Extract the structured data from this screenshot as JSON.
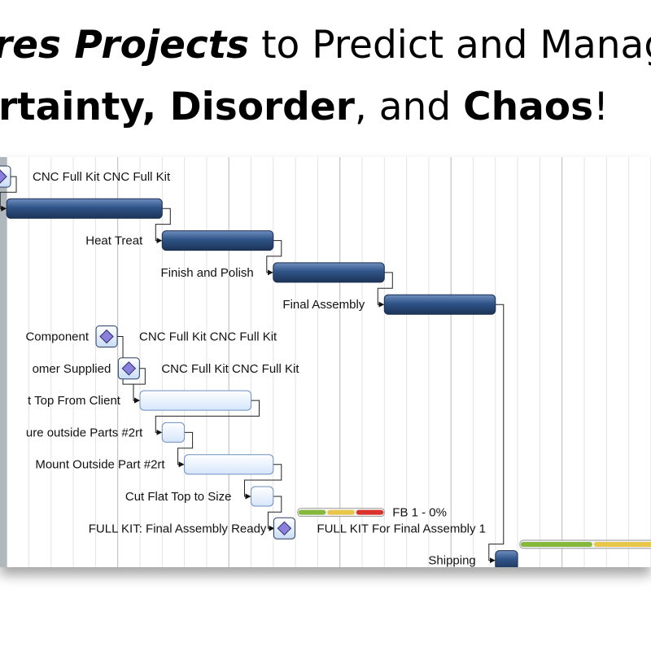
{
  "title": {
    "line1": [
      {
        "text": "res Projects",
        "bold": true,
        "italic": true
      },
      {
        "text": " to Predict and Manag",
        "bold": false,
        "italic": false
      }
    ],
    "line2": [
      {
        "text": "rtainty, Disorder",
        "bold": true,
        "italic": false
      },
      {
        "text": ", and ",
        "bold": false,
        "italic": false
      },
      {
        "text": "Chaos",
        "bold": true,
        "italic": false
      },
      {
        "text": "!",
        "bold": false,
        "italic": false
      }
    ]
  },
  "colors": {
    "task_dark": "#2f5487",
    "task_light": "#d6e6fb",
    "milestone": "#8b7fdc",
    "buffer_green": "#86b83b",
    "buffer_yellow": "#e8c64a",
    "buffer_red": "#d9342c",
    "left_band": "#b0b8be"
  },
  "chart_data": {
    "type": "gantt",
    "tasks": [
      {
        "label": "CNC Full Kit CNC Full Kit",
        "kind": "milestone",
        "row": 0,
        "start": 0,
        "end": 0,
        "label_side": "right"
      },
      {
        "label": "",
        "kind": "task_dark",
        "row": 1,
        "start": 0.3,
        "end": 7.3,
        "label_side": "left"
      },
      {
        "label": "Heat Treat",
        "kind": "task_dark",
        "row": 2,
        "start": 7.3,
        "end": 12.3,
        "label_side": "left"
      },
      {
        "label": "Finish and Polish",
        "kind": "task_dark",
        "row": 3,
        "start": 12.3,
        "end": 17.3,
        "label_side": "left"
      },
      {
        "label": "Final Assembly",
        "kind": "task_dark",
        "row": 4,
        "start": 17.3,
        "end": 22.3,
        "label_side": "left"
      },
      {
        "label": "Component",
        "kind": "milestone",
        "row": 5,
        "start": 4.8,
        "end": 4.8,
        "label_side": "left",
        "right_label": "CNC Full Kit CNC Full Kit"
      },
      {
        "label": "omer Supplied",
        "kind": "milestone",
        "row": 6,
        "start": 5.8,
        "end": 5.8,
        "label_side": "left",
        "right_label": "CNC Full Kit CNC Full Kit"
      },
      {
        "label": "t Top From Client",
        "kind": "task_light",
        "row": 7,
        "start": 6.3,
        "end": 11.3,
        "label_side": "left"
      },
      {
        "label": "ure outside Parts #2rt",
        "kind": "task_light",
        "row": 8,
        "start": 7.3,
        "end": 8.3,
        "label_side": "left"
      },
      {
        "label": "Mount Outside Part #2rt",
        "kind": "task_light",
        "row": 9,
        "start": 8.3,
        "end": 12.3,
        "label_side": "left"
      },
      {
        "label": "Cut Flat Top to Size",
        "kind": "task_light",
        "row": 10,
        "start": 11.3,
        "end": 12.3,
        "label_side": "left"
      },
      {
        "label": "FULL KIT: Final Assembly Ready",
        "kind": "milestone",
        "row": 11,
        "start": 12.8,
        "end": 12.8,
        "label_side": "left",
        "right_label": "FULL KIT For Final Assembly 1"
      },
      {
        "label": "Shipping",
        "kind": "task_dark",
        "row": 12,
        "start": 22.3,
        "end": 23.3,
        "label_side": "left"
      }
    ],
    "buffers": [
      {
        "label": "FB 1 - 0%",
        "row": 10.5,
        "start": 13.4,
        "end": 17.3,
        "segments": [
          "green",
          "yellow",
          "red"
        ]
      },
      {
        "label": "",
        "row": 11.5,
        "start": 23.4,
        "end": 30,
        "segments": [
          "green",
          "yellow"
        ]
      }
    ]
  }
}
